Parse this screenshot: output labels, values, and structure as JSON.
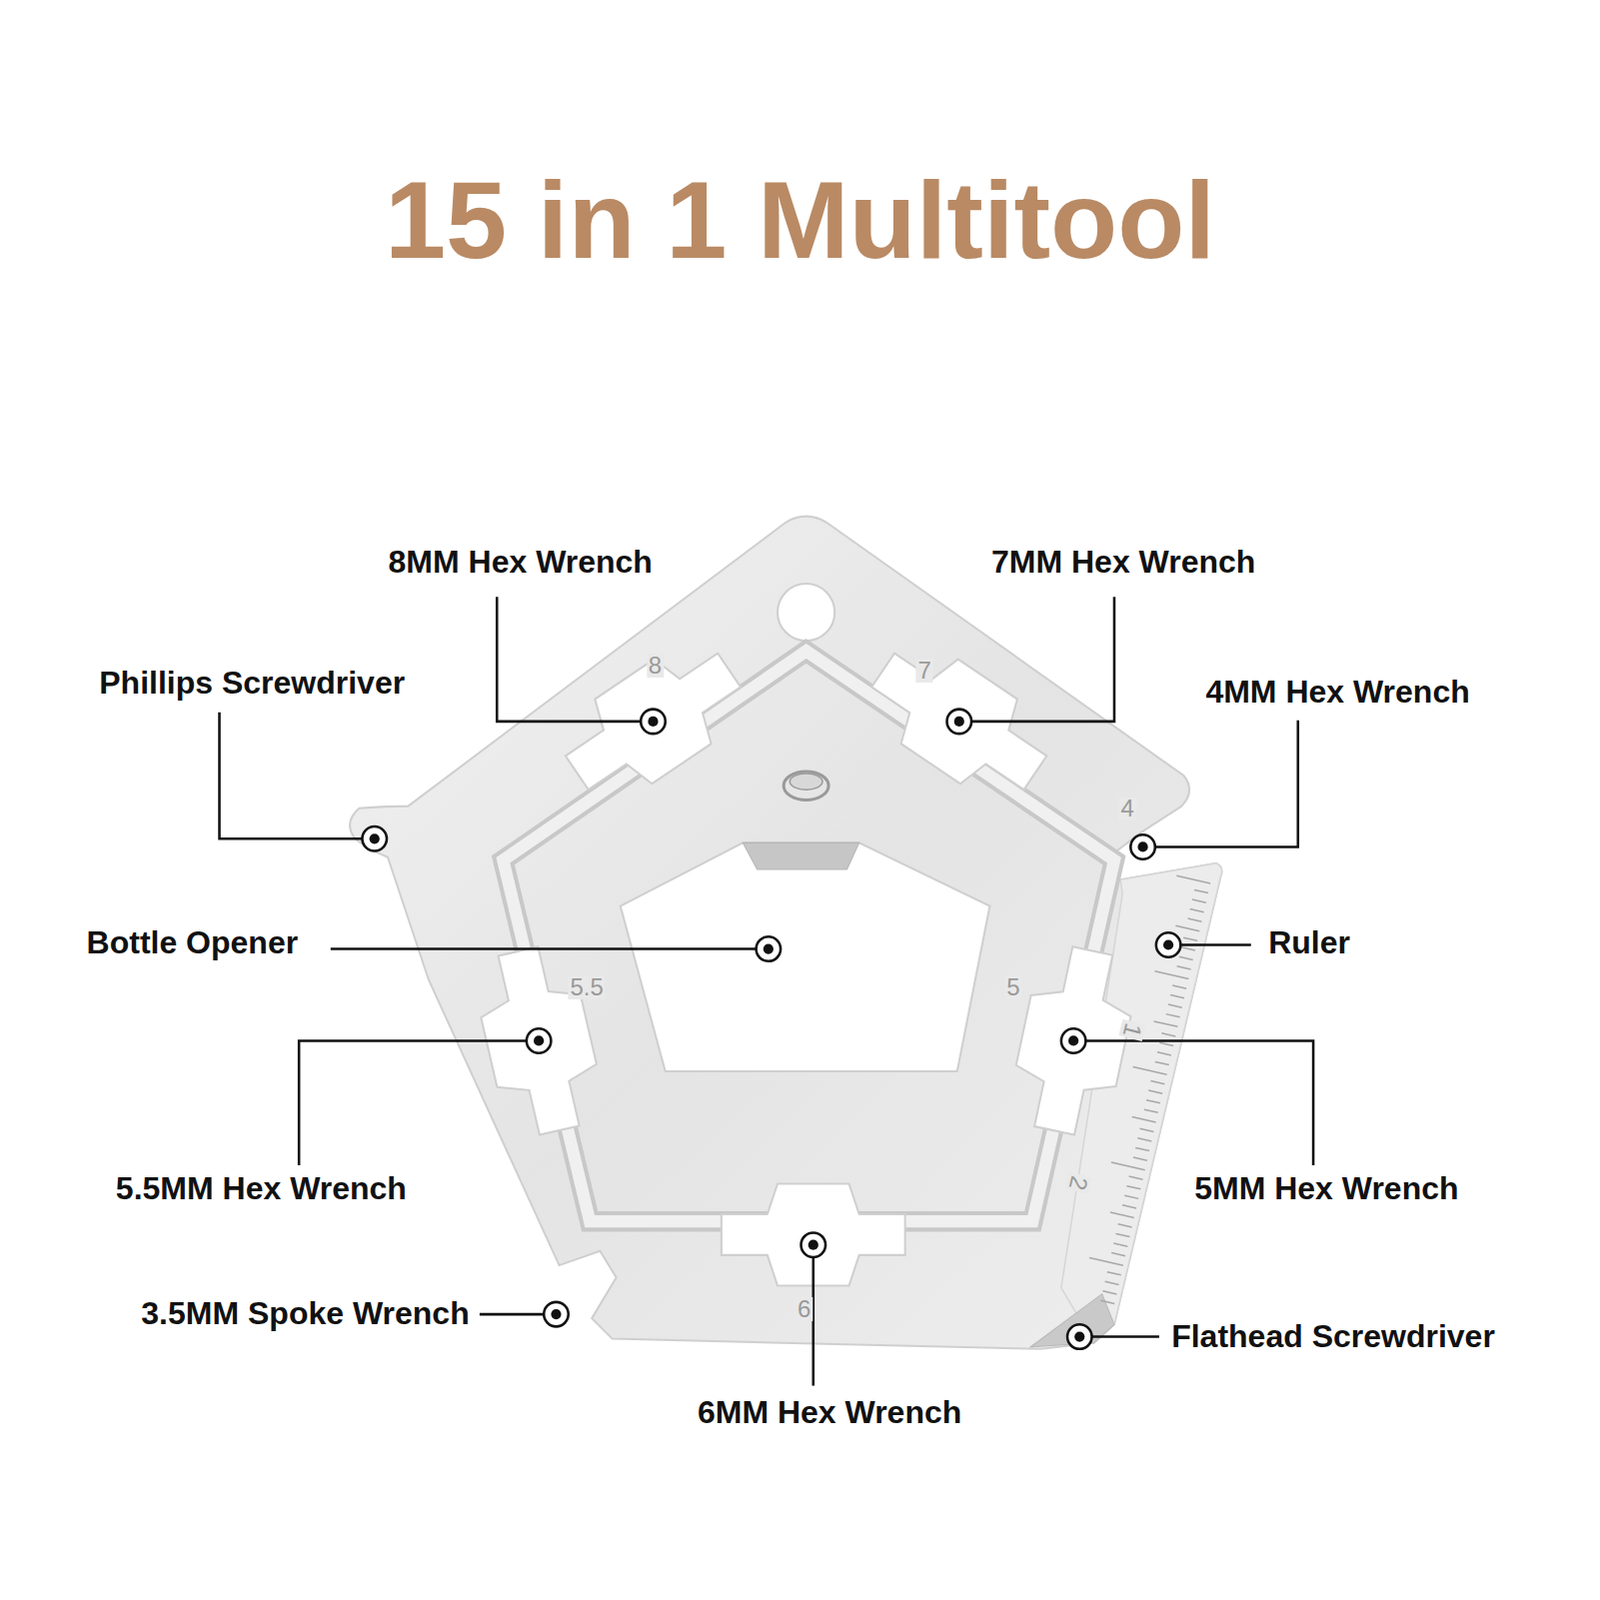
{
  "diagram": {
    "title": "15 in 1 Multitool",
    "labels": [
      "8MM Hex Wrench",
      "7MM Hex Wrench",
      "Phillips Screwdriver",
      "8",
      "7",
      "4MM Hex Wrench",
      "4",
      "Bottle Opener",
      "Ruler",
      "5.5",
      "5",
      "1",
      "5.5MM Hex Wrench",
      "5MM Hex Wrench",
      "2",
      "6",
      "3.5MM Spoke Wrench",
      "Flathead Screwdriver",
      "6MM Hex Wrench"
    ]
  }
}
